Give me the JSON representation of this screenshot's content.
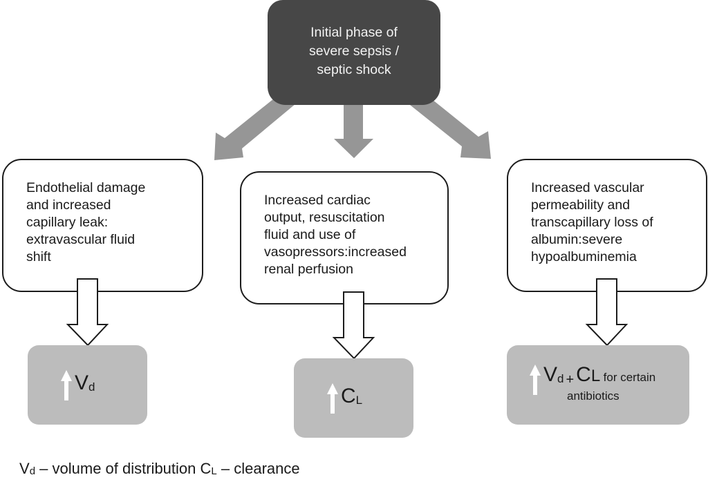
{
  "diagram": {
    "top": {
      "lines": [
        "Initial phase of",
        "severe sepsis /",
        "septic shock"
      ]
    },
    "causes": [
      {
        "lines": [
          "Endothelial damage",
          "and increased",
          "capillary leak:",
          "extravascular fluid",
          "shift"
        ]
      },
      {
        "lines": [
          "Increased cardiac",
          "output, resuscitation",
          "fluid and use of",
          "vasopressors:increased",
          "renal perfusion"
        ]
      },
      {
        "lines": [
          "Increased vascular",
          "permeability and",
          "transcapillary loss of",
          "albumin:severe",
          "hypoalbuminemia"
        ]
      }
    ],
    "effects": [
      {
        "icon": "up-arrow-icon",
        "symbol": "V",
        "subscript": "d"
      },
      {
        "icon": "up-arrow-icon",
        "symbol": "C",
        "subscript": "L"
      },
      {
        "icon": "up-arrow-icon",
        "symbol": "V",
        "subscript": "d",
        "plus": "+",
        "symbol2": "C",
        "subscript2": "L",
        "note_line1": "for certain",
        "note_line2": "antibiotics"
      }
    ],
    "legend": {
      "item1_symbol": "V",
      "item1_subscript": "d",
      "item1_text": "– volume of distribution",
      "item2_symbol": "C",
      "item2_subscript": "L",
      "item2_text": "– clearance"
    },
    "colors": {
      "top_box": "#474747",
      "gray_arrow": "#969696",
      "effect_box": "#bcbcbc",
      "outline": "#1c1c1c"
    }
  }
}
